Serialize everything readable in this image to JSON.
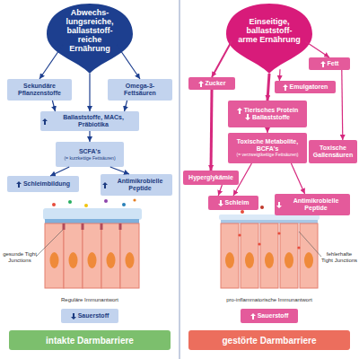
{
  "diagram": {
    "nodes": [
      {
        "text": [
          "Abwechs- lungsreiche, ballaststoff- reiche Ernährung"
        ]
      },
      {
        "text": [
          "Sekundäre Pflanzenstoffe"
        ]
      },
      {
        "text": [
          "Omega-3- Fettsäuren"
        ]
      },
      {
        "text": [
          "Ballaststoffe, MACs, Präbiotika"
        ]
      },
      {
        "text": [
          "SCFA's",
          "(= kurzkettige Fettsäuren)"
        ]
      },
      {
        "text": [
          "Schleimbildung"
        ]
      },
      {
        "text": [
          "Antimikrobielle Peptide"
        ]
      },
      {
        "text": [
          "Sauerstoff"
        ]
      },
      {
        "text": [
          "intakte Darmbarriere"
        ]
      },
      {
        "text": [
          "Einseitige, ballaststoff- arme Ernährung"
        ]
      },
      {
        "text": [
          "Fett"
        ]
      },
      {
        "text": [
          "Zucker"
        ]
      },
      {
        "text": [
          "Emulgatoren"
        ]
      },
      {
        "text": [
          "Tierisches Protein",
          "Ballaststoffe"
        ]
      },
      {
        "text": [
          "Toxische Metabolite, BCFA's",
          "(= verzweigtkettige Fettsäuren)"
        ]
      },
      {
        "text": [
          "Toxische Gallensäuren"
        ]
      },
      {
        "text": [
          "Hyperglykämie"
        ]
      },
      {
        "text": [
          "Schleim"
        ]
      },
      {
        "text": [
          "Antimikrobielle Peptide"
        ]
      },
      {
        "text": [
          "Sauerstoff"
        ]
      },
      {
        "text": [
          "gestörte Darmbarriere"
        ]
      }
    ],
    "edges": [
      {
        "from": 0,
        "to": 1,
        "arrow": "to"
      },
      {
        "from": 0,
        "to": 2,
        "arrow": "to"
      },
      {
        "from": 0,
        "to": 3,
        "arrow": "to"
      },
      {
        "from": 1,
        "to": 3,
        "arrow": "to"
      },
      {
        "from": 2,
        "to": 3,
        "arrow": "to"
      },
      {
        "from": 3,
        "to": 4,
        "arrow": "to"
      },
      {
        "from": 4,
        "to": 5,
        "arrow": "to"
      },
      {
        "from": 4,
        "to": 6,
        "arrow": "to"
      },
      {
        "from": 9,
        "to": 11,
        "arrow": "to"
      },
      {
        "from": 9,
        "to": 10,
        "arrow": "to"
      },
      {
        "from": 9,
        "to": 12,
        "arrow": "to"
      },
      {
        "from": 9,
        "to": 13,
        "arrow": "to"
      },
      {
        "from": 10,
        "to": 15,
        "arrow": "to"
      },
      {
        "from": 13,
        "to": 14,
        "arrow": "to"
      },
      {
        "from": 11,
        "to": 16,
        "arrow": "to"
      },
      {
        "from": 16,
        "to": 17,
        "arrow": "to"
      },
      {
        "from": 14,
        "to": 17,
        "arrow": "to"
      },
      {
        "from": 14,
        "to": 18,
        "arrow": "to"
      }
    ],
    "labels": [
      "gesunde Tight Junctions",
      "Reguläre Immunantwort",
      "fehlerhafte Tight Junctions",
      "pro-inflammatorische Immunantwort"
    ]
  }
}
